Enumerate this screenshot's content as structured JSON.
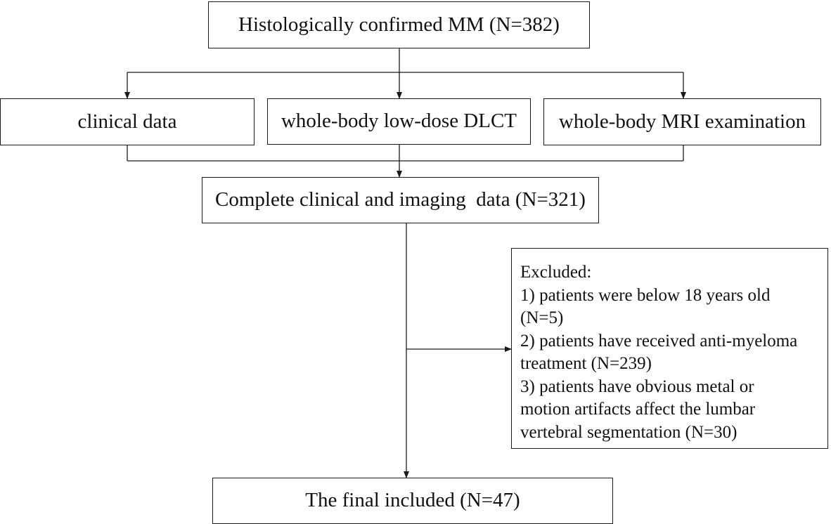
{
  "boxes": {
    "confirmed": "Histologically confirmed MM (N=382)",
    "clinical": "clinical data",
    "dlct": "whole-body low-dose DLCT",
    "mri": "whole-body MRI examination",
    "complete": "Complete clinical and imaging  data (N=321)",
    "final": "The final included (N=47)"
  },
  "excluded": {
    "heading": "Excluded:",
    "lines": [
      "1) patients were below 18 years old",
      "(N=5)",
      "2) patients have received anti-myeloma",
      "treatment (N=239)",
      "3) patients have obvious metal or",
      "motion artifacts affect the lumbar",
      "vertebral segmentation (N=30)"
    ]
  },
  "colors": {
    "stroke": "#1a1a1a",
    "text": "#111111",
    "background": "#ffffff"
  }
}
